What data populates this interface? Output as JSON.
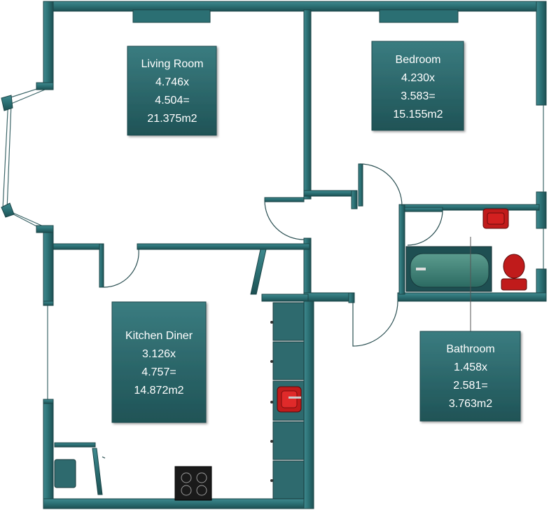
{
  "rooms": {
    "living_room": {
      "name": "Living Room",
      "dims_w": "4.746x",
      "dims_h": "4.504=",
      "area": "21.375m2"
    },
    "bedroom": {
      "name": "Bedroom",
      "dims_w": "4.230x",
      "dims_h": "3.583=",
      "area": "15.155m2"
    },
    "kitchen_diner": {
      "name": "Kitchen Diner",
      "dims_w": "3.126x",
      "dims_h": "4.757=",
      "area": "14.872m2"
    },
    "bathroom": {
      "name": "Bathroom",
      "dims_w": "1.458x",
      "dims_h": "2.581=",
      "area": "3.763m2"
    }
  },
  "colors": {
    "wall": "#2b6f73",
    "label_box": "#2f6b6f",
    "fixture_red": "#c01b1b"
  }
}
